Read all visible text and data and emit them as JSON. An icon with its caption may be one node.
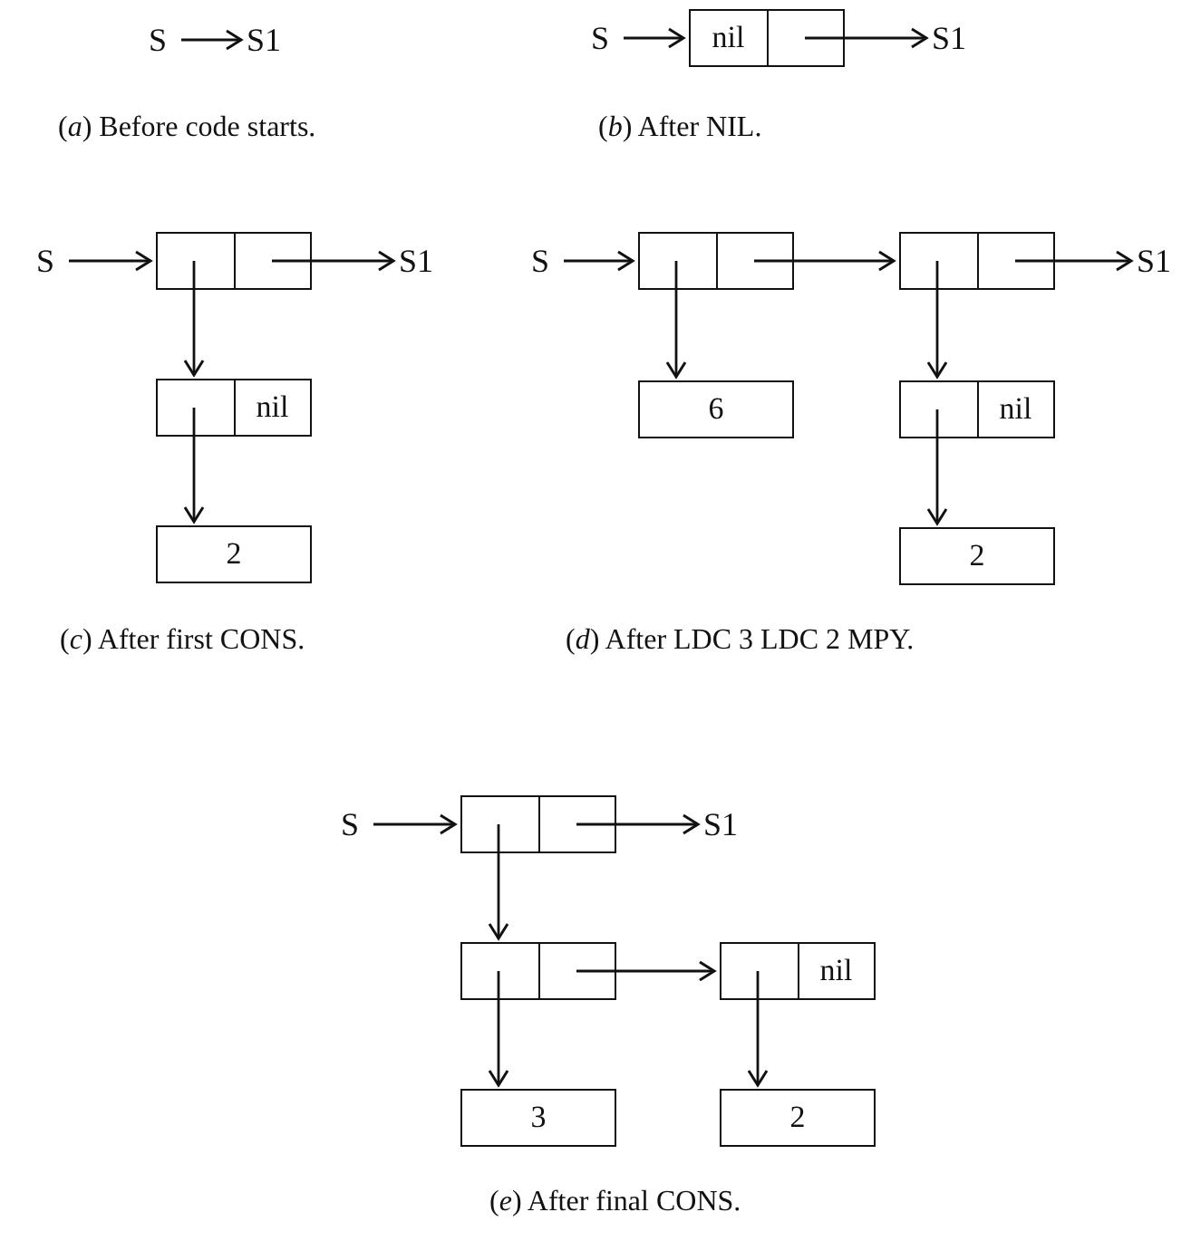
{
  "diagram": {
    "nodes": [
      {
        "text": [
          "S"
        ]
      },
      {
        "text": [
          "S1"
        ]
      },
      {
        "text": [
          "S"
        ]
      },
      {
        "text": [
          "nil"
        ]
      },
      {
        "text": [
          "S1"
        ]
      },
      {
        "text": [
          "S"
        ]
      },
      {
        "text": [],
        "shape": "box"
      },
      {
        "text": [
          "S1"
        ]
      },
      {
        "text": [
          "nil"
        ]
      },
      {
        "text": [
          "2"
        ]
      },
      {
        "text": [
          "S"
        ]
      },
      {
        "text": [],
        "shape": "box"
      },
      {
        "text": [],
        "shape": "box"
      },
      {
        "text": [
          "S1"
        ]
      },
      {
        "text": [
          "6"
        ]
      },
      {
        "text": [
          "nil"
        ]
      },
      {
        "text": [
          "2"
        ]
      },
      {
        "text": [
          "S"
        ]
      },
      {
        "text": [],
        "shape": "box"
      },
      {
        "text": [
          "S1"
        ]
      },
      {
        "text": [],
        "shape": "box"
      },
      {
        "text": [
          "nil"
        ]
      },
      {
        "text": [
          "3"
        ]
      },
      {
        "text": [
          "2"
        ]
      }
    ],
    "edges": [
      {
        "from": 0,
        "to": 1,
        "arrow": "to"
      },
      {
        "from": 2,
        "to": 3,
        "arrow": "to"
      },
      {
        "from": 3,
        "to": 4,
        "arrow": "to"
      },
      {
        "from": 5,
        "to": 6,
        "arrow": "to"
      },
      {
        "from": 6,
        "to": 7,
        "arrow": "to"
      },
      {
        "from": 6,
        "to": 8,
        "arrow": "to"
      },
      {
        "from": 8,
        "to": 9,
        "arrow": "to"
      },
      {
        "from": 10,
        "to": 11,
        "arrow": "to"
      },
      {
        "from": 11,
        "to": 12,
        "arrow": "to"
      },
      {
        "from": 12,
        "to": 13,
        "arrow": "to"
      },
      {
        "from": 11,
        "to": 14,
        "arrow": "to"
      },
      {
        "from": 12,
        "to": 15,
        "arrow": "to"
      },
      {
        "from": 15,
        "to": 16,
        "arrow": "to"
      },
      {
        "from": 17,
        "to": 18,
        "arrow": "to"
      },
      {
        "from": 18,
        "to": 19,
        "arrow": "to"
      },
      {
        "from": 18,
        "to": 20,
        "arrow": "to"
      },
      {
        "from": 20,
        "to": 21,
        "arrow": "to"
      },
      {
        "from": 20,
        "to": 22,
        "arrow": "to"
      },
      {
        "from": 21,
        "to": 23,
        "arrow": "to"
      }
    ],
    "labels": [
      "(*a*) Before code starts.",
      "(*b*) After NIL.",
      "(*c*) After first CONS.",
      "(*d*) After LDC 3 LDC 2 MPY.",
      "(*e*) After final CONS."
    ]
  }
}
